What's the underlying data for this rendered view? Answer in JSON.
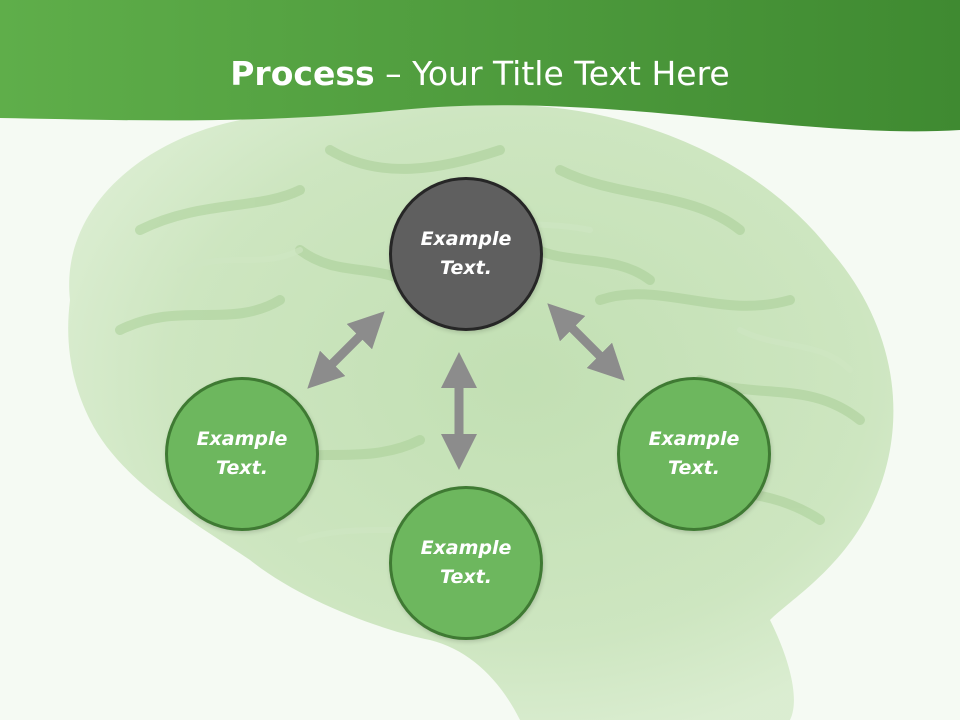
{
  "slide": {
    "title_bold": "Process",
    "title_rest": " – Your Title Text Here",
    "colors": {
      "header_green": "#4f9e3e",
      "node_green": "#6db75e",
      "node_border_green": "#3f7a33",
      "node_gray": "#5f5f5f",
      "arrow_gray": "#8c8c8c",
      "text": "#ffffff"
    }
  },
  "nodes": [
    {
      "id": "top",
      "label": "Example Text."
    },
    {
      "id": "left",
      "label": "Example Text."
    },
    {
      "id": "bottom",
      "label": "Example Text."
    },
    {
      "id": "right",
      "label": "Example Text."
    }
  ],
  "connectors": [
    {
      "from": "top",
      "to": "left",
      "style": "double-arrow"
    },
    {
      "from": "top",
      "to": "bottom",
      "style": "double-arrow"
    },
    {
      "from": "top",
      "to": "right",
      "style": "double-arrow"
    }
  ]
}
